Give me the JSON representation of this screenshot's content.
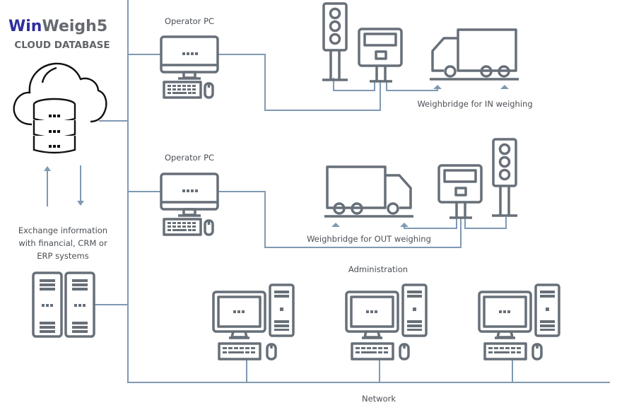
{
  "brand": {
    "name_part1": "Win",
    "name_part2": "Weigh5",
    "subtitle": "CLOUD DATABASE",
    "accent_color": "#2e2e9e",
    "secondary_color": "#666a70"
  },
  "labels": {
    "operator_pc_1": "Operator PC",
    "operator_pc_2": "Operator PC",
    "weighbridge_in": "Weighbridge for IN weighing",
    "weighbridge_out": "Weighbridge for OUT weighing",
    "exchange_line1": "Exchange information",
    "exchange_line2": "with financial, CRM or",
    "exchange_line3": "ERP systems",
    "administration": "Administration",
    "network": "Network"
  },
  "colors": {
    "wire": "#7f99b3",
    "icon": "#676f78",
    "text": "#4a4f55"
  },
  "icons": {
    "cloud_database": "cloud-database-icon",
    "erp_servers": "server-rack-icon",
    "operator_pc": "desktop-computer-icon",
    "traffic_light": "traffic-light-icon",
    "weighing_terminal": "weighing-terminal-icon",
    "truck": "truck-icon",
    "admin_workstation": "workstation-icon",
    "upload_arrow": "arrow-up-icon",
    "download_arrow": "arrow-down-icon"
  }
}
